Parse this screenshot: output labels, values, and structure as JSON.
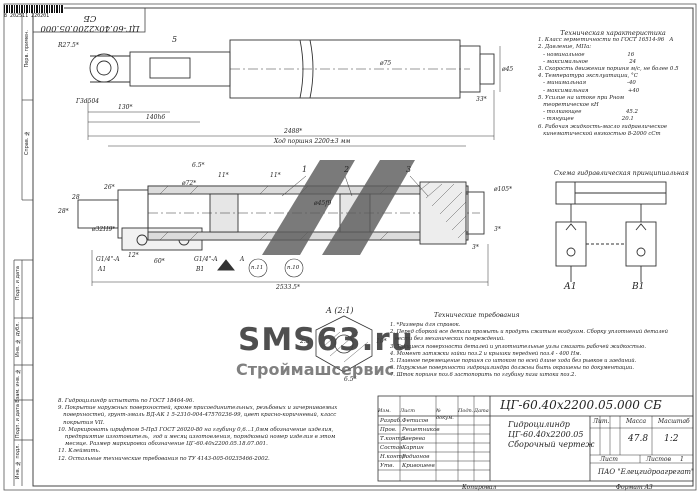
{
  "barcode_number": "8 202511 220201",
  "drawing_number": "ЦГ-60.40х2200.05.000 СБ",
  "side_labels": [
    "Перв. примен.",
    "Справ. №",
    "Подп. и дата",
    "Инв. № дубл.",
    "Взам. инв. №",
    "Подп. и дата",
    "Инв. № подл."
  ],
  "upper_view": {
    "label_5": "5",
    "r_label": "R27.5*",
    "d140": "140h6",
    "d130": "130*",
    "tolerance": "Г3d504",
    "length_total": "2488*",
    "stroke": "Ход поршня 2200±3 мм",
    "dia_75": "ø75",
    "dia_45": "ø45",
    "dim_33": "33*"
  },
  "section_view": {
    "dims": [
      "28*",
      "26*",
      "6.5*",
      "ø72*",
      "11*",
      "11*",
      "ø45f9",
      "ø105*",
      "3*",
      "ø32H9*",
      "12*",
      "60*",
      "2533.5*",
      "3*",
      "28"
    ],
    "ports": [
      "A1",
      "B1",
      "G1/4\"-A",
      "G1/4\"-A",
      "A"
    ],
    "callouts": [
      "1",
      "2",
      "3",
      "п.11",
      "п.10"
    ]
  },
  "section_a": {
    "label": "A (2:1)",
    "dims": [
      "2.5",
      "10*",
      "6.5*"
    ]
  },
  "tech_specs": {
    "title": "Техническая характеристика",
    "items": [
      "1. Класс герметичности по ГОСТ 16514-96   А",
      "2. Давление, МПа:",
      "   - номинальное                         16",
      "   - максимальное                        24",
      "3. Скорость движения поршня м/с, не более 0.5",
      "4. Температура эксплуатации, °С",
      "   - минимальная                        -40",
      "   - максимальная                       +40",
      "5. Усилие на штоке при Рном",
      "   теоретическое кН",
      "   - толкающее                          45.2",
      "   - тянущее                            20.1",
      "6. Рабочая жидкость-масло гидравлическое",
      "   кинематической вязкостью 8-2000 сСт"
    ]
  },
  "scheme": {
    "title": "Схема гидравлическая принципиальная",
    "port_a": "А1",
    "port_b": "В1"
  },
  "requirements": {
    "title": "Технические требования",
    "items": [
      "1. *Размеры для справок.",
      "2. Перед сборкой все детали промыть и продуть сжатым воздухом. Сборку уплотнений деталей",
      "   вести без механических повреждений.",
      "3. Трущиеся поверхности деталей и уплотнительные узлы смазать рабочей жидкостью.",
      "4. Момент затяжки гайки поз.2 и крышки передней поз.4 - 400 Нм.",
      "5. Плавное перемещение поршня со штоком по всей длине хода без рывков и заеданий.",
      "6. Наружные поверхности гидроцилиндра должны быть окрашены по документации.",
      "7. Шток поршня поз.6 застопорить по глубину паза штока поз.2."
    ],
    "lower_items": [
      "8. Гидроцилиндр испытать по ГОСТ 18464-96.",
      "9. Покрытие наружных поверхностей, кроме присоединительных, резьбовых и зачерниваемых",
      "   поверхностей, грунт-эмаль ВД-АК 1 5-2310-004-47570236-99, цвет красно-коричневый, класс",
      "   покрытия VII.",
      "10. Маркировать шрифтом 5-Пр3 ГОСТ 26020-80 на глубину 0,6...1,0мм обозначение изделия,",
      "    предприятие изготовитель,  год и месяц изготовления, порядковый номер изделия в этом",
      "    месяце. Размер маркировки обозначение ЦГ-60.40х2200.05.18.07.001.",
      "11. Клеймить.",
      "12. Остальные технические требования по ТУ 4143-005-00235466-2002."
    ]
  },
  "watermark": {
    "big": "SMS63.ru",
    "sub": "Строймашсервис"
  },
  "title_block": {
    "designation": "ЦГ-60.40х2200.05.000 СБ",
    "name_line1": "Гидроцилиндр",
    "name_line2": "ЦГ-60.40х2200.05",
    "name_line3": "Сборочный чертеж",
    "lit_h": "Лит.",
    "mass_h": "Масса",
    "scale_h": "Масштаб",
    "mass_v": "47.8",
    "scale_v": "1:2",
    "sheet_label": "Лист",
    "sheets_label": "Листов",
    "sheets_v": "1",
    "org": "ПАО \"Елецгидроагрегат\"",
    "rows": [
      {
        "role": "Разраб.",
        "name": "Фетисов"
      },
      {
        "role": "Пров.",
        "name": "Решетников"
      },
      {
        "role": "Т.контр.",
        "name": "Зверева"
      },
      {
        "role": "Состав",
        "name": "Карпин"
      },
      {
        "role": "Н.контр.",
        "name": "Родионов"
      },
      {
        "role": "Утв.",
        "name": "Кривошеев"
      }
    ],
    "col_heads": [
      "Изм.",
      "Лист",
      "№ докум.",
      "Подп.",
      "Дата"
    ],
    "copied": "Копировал",
    "format": "Формат  A3"
  }
}
